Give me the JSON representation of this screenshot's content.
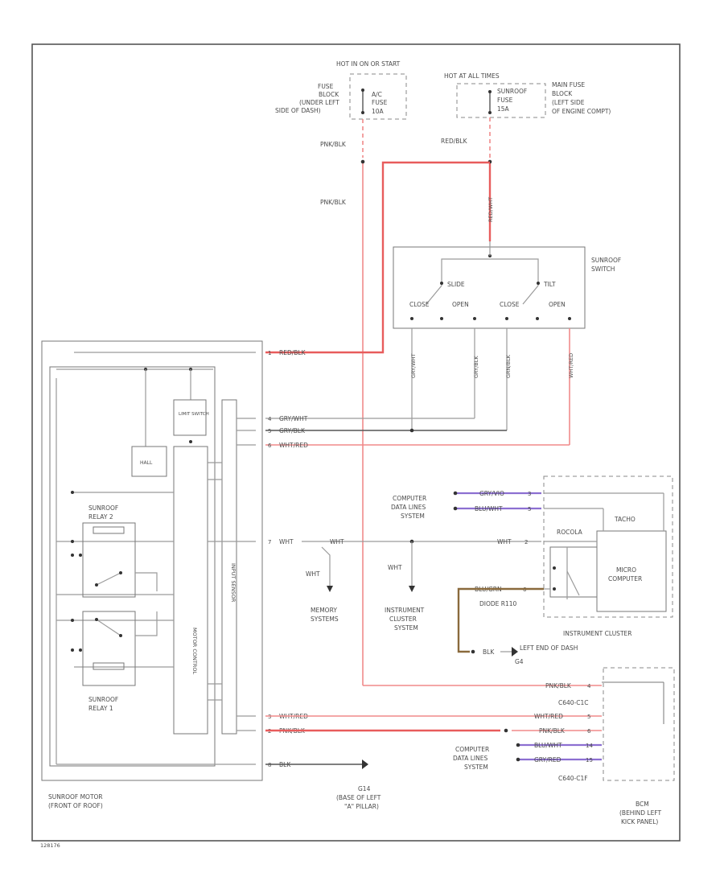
{
  "diagram": {
    "power_left": {
      "header": "HOT IN ON OR START",
      "fuse_line1": "A/C",
      "fuse_line2": "FUSE",
      "fuse_amp": "10A",
      "location": [
        "FUSE",
        "BLOCK",
        "(UNDER LEFT",
        "SIDE OF DASH)"
      ],
      "wire": "PNK/BLK"
    },
    "power_right": {
      "header": "HOT AT ALL TIMES",
      "fuse_line1": "SUNROOF",
      "fuse_line2": "FUSE",
      "fuse_amp": "15A",
      "location": [
        "MAIN FUSE",
        "BLOCK",
        "(LEFT SIDE",
        "OF ENGINE COMPT)"
      ],
      "wire": "RED/BLK"
    },
    "feed_wire": "PNK/BLK",
    "switch": {
      "name": [
        "SUNROOF",
        "SWITCH"
      ],
      "slide": "SLIDE",
      "tilt": "TILT",
      "pins": [
        "CLOSE",
        "OPEN",
        "CLOSE",
        "OPEN"
      ],
      "wires": [
        "GRY/WHT",
        "GRY/BLK",
        "GRN/BLK",
        "WHT/RED"
      ],
      "feed": "RED/WHT"
    },
    "motor": {
      "name": [
        "SUNROOF MOTOR",
        "(FRONT OF ROOF)"
      ],
      "relay2": [
        "SUNROOF",
        "RELAY 2"
      ],
      "relay1": [
        "SUNROOF",
        "RELAY 1"
      ],
      "control": "MOTOR CONTROL",
      "sensor": "INPUT SENSOR",
      "lim_sw": "LIMIT SWITCH",
      "hall": "HALL",
      "pins": [
        "1",
        "4",
        "5",
        "6",
        "7",
        "3",
        "2",
        "8"
      ],
      "wires": [
        "RED/BLK",
        "GRY/WHT",
        "GRY/BLK",
        "WHT/RED",
        "WHT",
        "WHT/RED",
        "PNK/BLK",
        "BLK"
      ]
    },
    "mid": {
      "wht": "WHT",
      "memory": [
        "MEMORY",
        "SYSTEMS"
      ],
      "inst_sys": [
        "INSTRUMENT",
        "CLUSTER",
        "SYSTEM"
      ],
      "comp_data_top": [
        "COMPUTER",
        "DATA LINES",
        "SYSTEM"
      ],
      "comp_data_bottom": [
        "COMPUTER",
        "DATA LINES",
        "SYSTEM"
      ],
      "ground_a": [
        "G14",
        "(BASE OF LEFT",
        "\"A\" PILLAR)"
      ],
      "ground_b": [
        "LEFT END OF DASH",
        "G4"
      ]
    },
    "cluster": {
      "name": "INSTRUMENT CLUSTER",
      "micro": [
        "MICRO",
        "COMPUTER"
      ],
      "wires": [
        "GRY/VIO",
        "BLU/WHT",
        "WHT",
        "BLU/GRN"
      ],
      "pins": [
        "3",
        "5",
        "2",
        "6"
      ],
      "labels": [
        "TACHO",
        "ROCOLA",
        "DIODE R110"
      ],
      "ground_wire": "BLK"
    },
    "bcm": {
      "name": [
        "BCM",
        "(BEHIND LEFT",
        "KICK PANEL)"
      ],
      "connector_top": "C640-C1C",
      "connector_bottom": "C640-C1F",
      "wires": [
        "PNK/BLK",
        "WHT/RED",
        "PNK/BLK",
        "BLU/WHT",
        "GRY/RED"
      ],
      "pins": [
        "4",
        "5",
        "6",
        "14",
        "15"
      ]
    },
    "footer": "128176"
  }
}
